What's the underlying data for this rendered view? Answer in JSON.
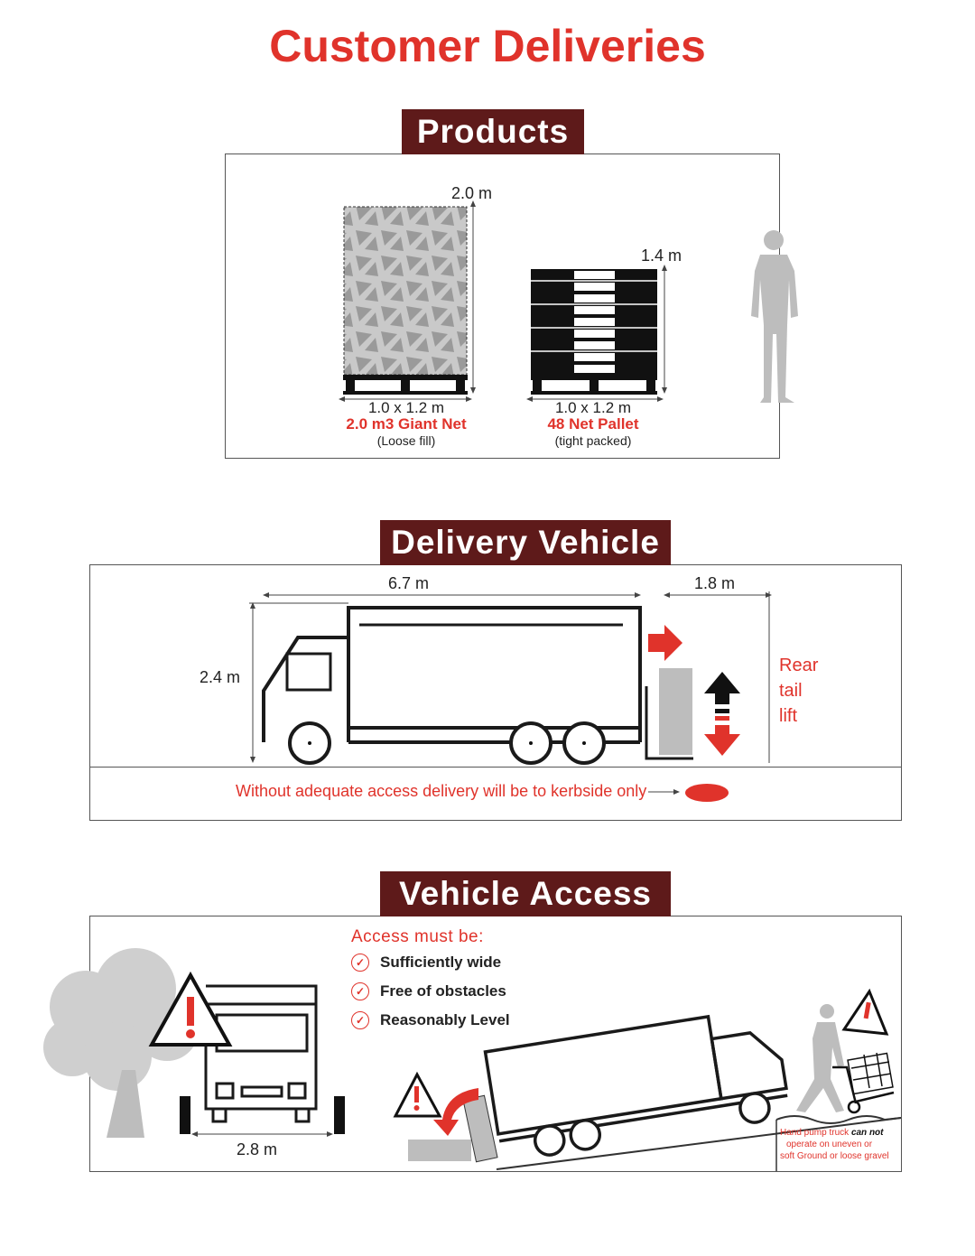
{
  "title": "Customer Deliveries",
  "products": {
    "header": "Products",
    "giant_net": {
      "height": "2.0 m",
      "size": "1.0 x 1.2 m",
      "name": "2.0 m3 Giant Net",
      "note": "(Loose fill)"
    },
    "net_pallet": {
      "height": "1.4 m",
      "size": "1.0 x 1.2 m",
      "name": "48 Net Pallet",
      "note": "(tight packed)"
    }
  },
  "vehicle": {
    "header": "Delivery Vehicle",
    "length": "6.7 m",
    "lift_length": "1.8 m",
    "height": "2.4 m",
    "lift_label": [
      "Rear",
      "tail",
      "lift"
    ],
    "kerbside_note": "Without adequate access delivery will be to kerbside only"
  },
  "access": {
    "header": "Vehicle Access",
    "intro": "Access must be:",
    "requirements": [
      "Sufficiently wide",
      "Free of obstacles",
      "Reasonably Level"
    ],
    "width": "2.8 m",
    "hand_pump_note": {
      "prefix": "Hand pump truck",
      "emphasis": "can not",
      "rest1": "operate on uneven or",
      "rest2": "soft Ground or loose gravel"
    }
  },
  "colors": {
    "accent": "#e0332b",
    "header_bg": "#5e1a1a",
    "grey": "#bdbdbd"
  }
}
